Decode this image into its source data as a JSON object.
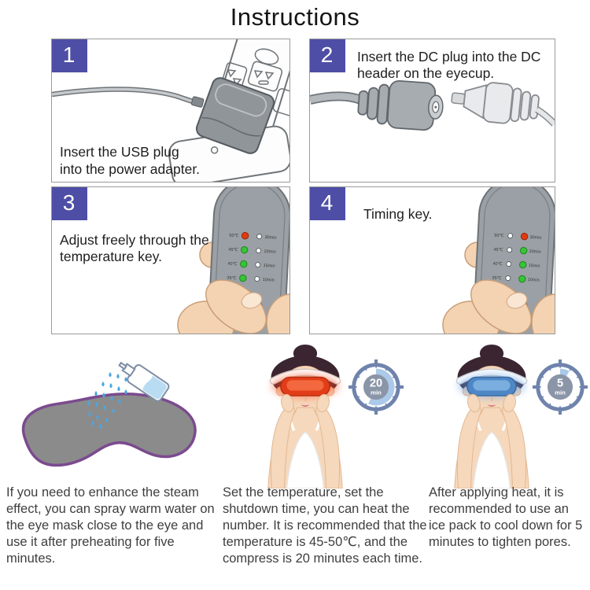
{
  "title": "Instructions",
  "panels": [
    {
      "number": "1",
      "caption": "Insert the USB plug\ninto the power adapter."
    },
    {
      "number": "2",
      "caption": "Insert the DC plug into the DC header on the eyecup."
    },
    {
      "number": "3",
      "caption": "Adjust freely through the temperature key."
    },
    {
      "number": "4",
      "caption": "Timing key."
    }
  ],
  "remote": {
    "temp_labels": [
      "50℃",
      "45℃",
      "40℃",
      "35℃"
    ],
    "time_labels": [
      "30min",
      "20min",
      "15min",
      "10min"
    ]
  },
  "timers": [
    {
      "value": "20",
      "unit": "min"
    },
    {
      "value": "5",
      "unit": "min"
    }
  ],
  "steps": [
    {
      "text": "If you need to enhance the steam effect, you can spray warm water on the eye mask close to the eye and use it after preheating for five minutes."
    },
    {
      "text": "Set the temperature, set the shutdown time, you can heat the number. It is recommended that the temperature is 45-50℃, and the compress is 20 minutes each time."
    },
    {
      "text": "After applying heat, it is recommended to use an ice pack to cool down for 5 minutes to tighten pores."
    }
  ],
  "colors": {
    "badge": "#4e4ea6",
    "panel_border": "#9a9a9a",
    "led_red": "#e23a0e",
    "led_green": "#38c338",
    "timer_ring": "#6f83ac",
    "timer_wedge": "#abc9e9",
    "mask_hot": "#e23c18",
    "mask_cold": "#4f86c6",
    "mask_outline": "#7b4a8f",
    "droplet_blue": "#49a7e0"
  }
}
